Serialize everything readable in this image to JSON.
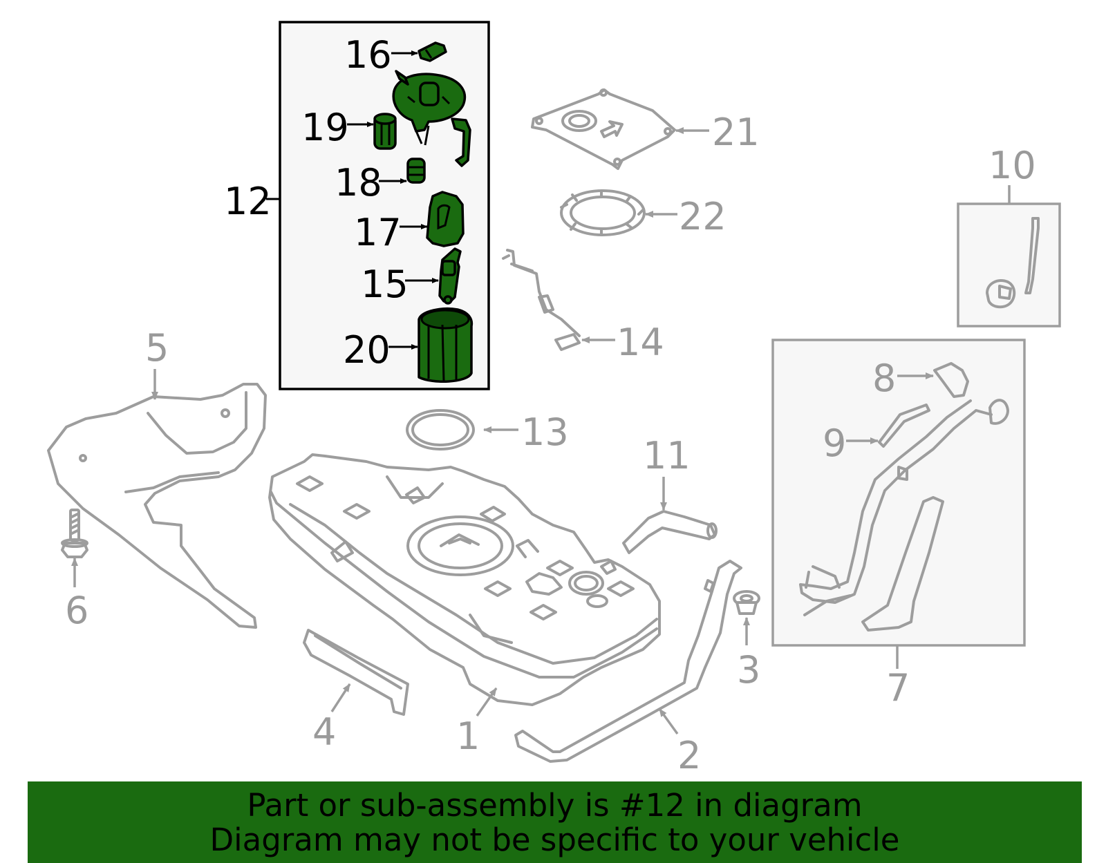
{
  "callouts": {
    "c1": "1",
    "c2": "2",
    "c3": "3",
    "c4": "4",
    "c5": "5",
    "c6": "6",
    "c7": "7",
    "c8": "8",
    "c9": "9",
    "c10": "10",
    "c11": "11",
    "c12": "12",
    "c13": "13",
    "c14": "14",
    "c15": "15",
    "c16": "16",
    "c17": "17",
    "c18": "18",
    "c19": "19",
    "c20": "20",
    "c21": "21",
    "c22": "22"
  },
  "highlighted_part": "12",
  "banner": {
    "line1": "Part or sub-assembly is #12 in diagram",
    "line2": "Diagram may not be specific to your vehicle"
  },
  "colors": {
    "highlight_green": "#1a6b10",
    "inactive_gray": "#9d9d9d",
    "active_black": "#000000"
  }
}
